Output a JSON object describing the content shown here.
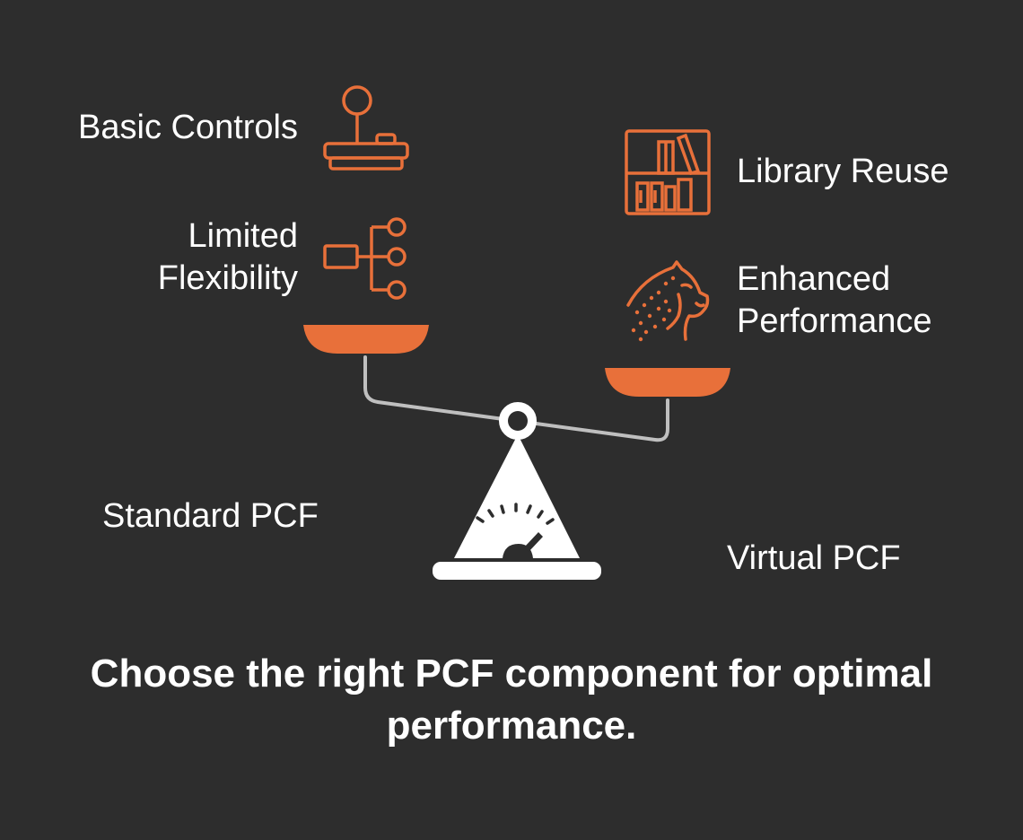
{
  "left_side": {
    "features": [
      {
        "lines": [
          "Basic Controls"
        ],
        "icon": "joystick-icon"
      },
      {
        "lines": [
          "Limited",
          "Flexibility"
        ],
        "icon": "hierarchy-icon"
      }
    ],
    "option": "Standard PCF"
  },
  "right_side": {
    "features": [
      {
        "lines": [
          "Library Reuse"
        ],
        "icon": "bookshelf-icon"
      },
      {
        "lines": [
          "Enhanced",
          "Performance"
        ],
        "icon": "cheetah-icon"
      }
    ],
    "option": "Virtual PCF"
  },
  "caption": "Choose the right PCF component for optimal performance.",
  "colors": {
    "background": "#2d2d2d",
    "accent": "#e8703a",
    "beam": "#bfbfbf",
    "text": "#ffffff"
  }
}
